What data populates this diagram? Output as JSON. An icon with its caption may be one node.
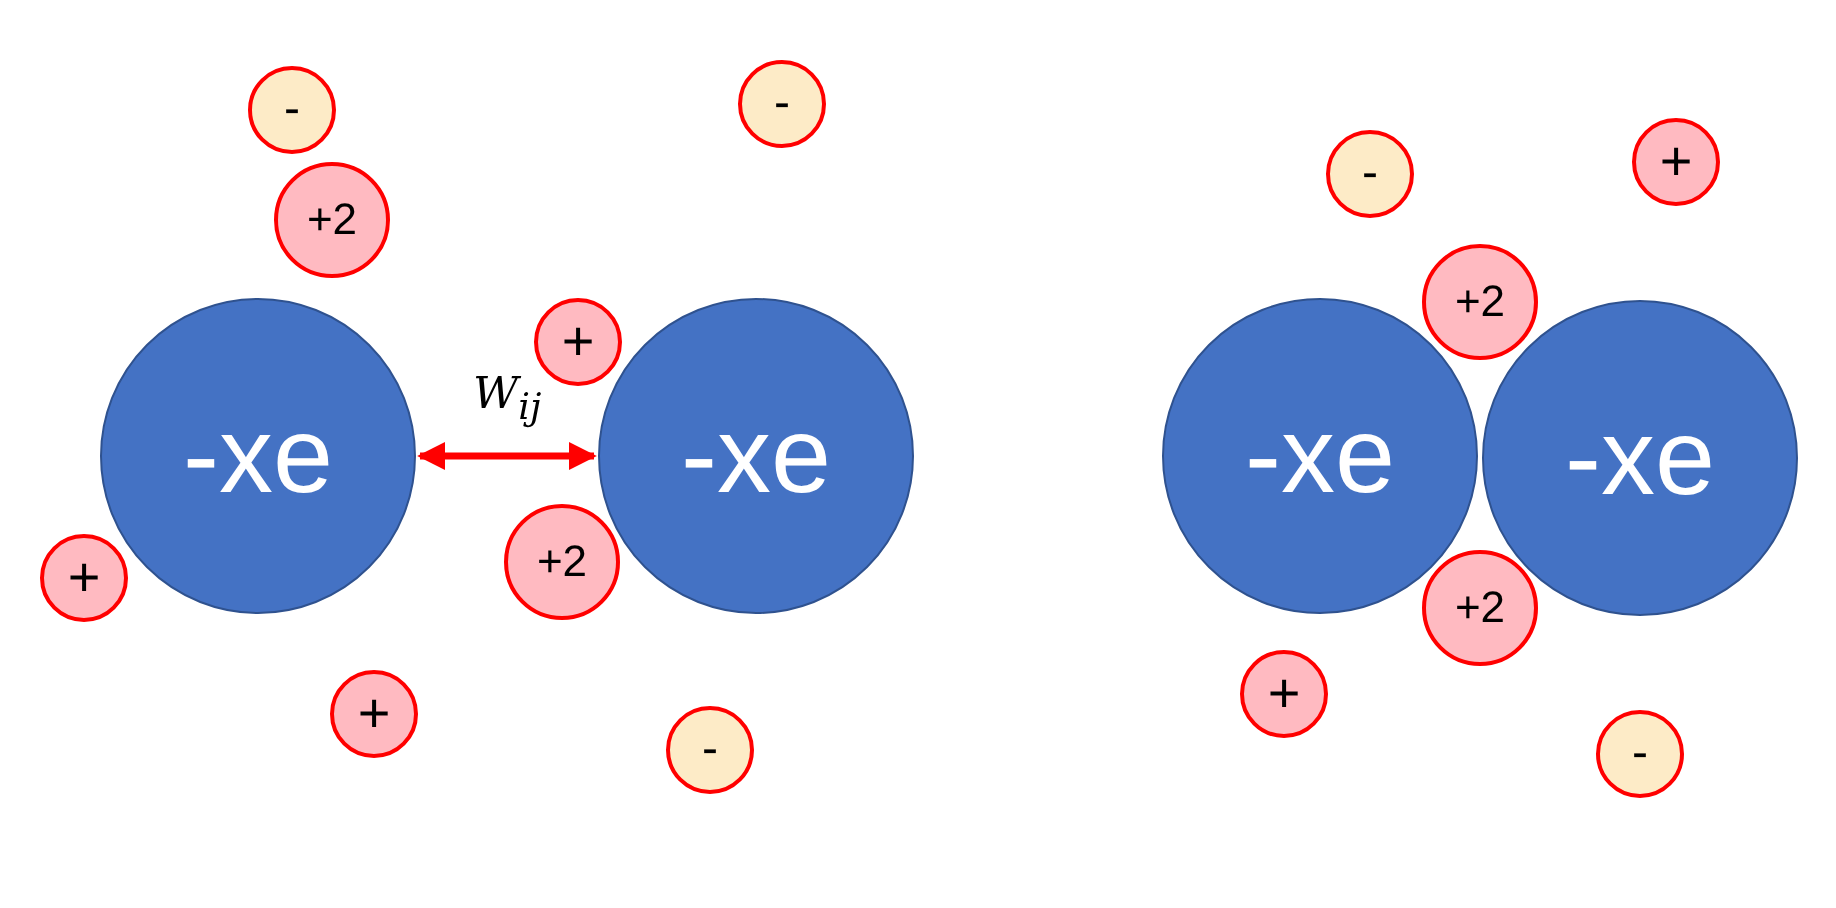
{
  "diagram": {
    "nodes": [
      {
        "text": [
          "-"
        ]
      },
      {
        "text": [
          "+2"
        ]
      },
      {
        "text": [
          "-"
        ]
      },
      {
        "text": [
          "+"
        ]
      },
      {
        "text": [
          "-xe"
        ]
      },
      {
        "text": [
          "-xe"
        ]
      },
      {
        "text": [
          "+2"
        ]
      },
      {
        "text": [
          "+"
        ]
      },
      {
        "text": [
          "+"
        ]
      },
      {
        "text": [
          "-"
        ]
      },
      {
        "text": [
          "-"
        ]
      },
      {
        "text": [
          "+"
        ]
      },
      {
        "text": [
          "+2"
        ]
      },
      {
        "text": [
          "-xe"
        ]
      },
      {
        "text": [
          "-xe"
        ]
      },
      {
        "text": [
          "+2"
        ]
      },
      {
        "text": [
          "+"
        ]
      },
      {
        "text": [
          "-"
        ]
      }
    ],
    "edges": [
      {
        "from": 4,
        "to": 5,
        "arrow": "both",
        "label": "W$_{ij}$"
      }
    ]
  }
}
